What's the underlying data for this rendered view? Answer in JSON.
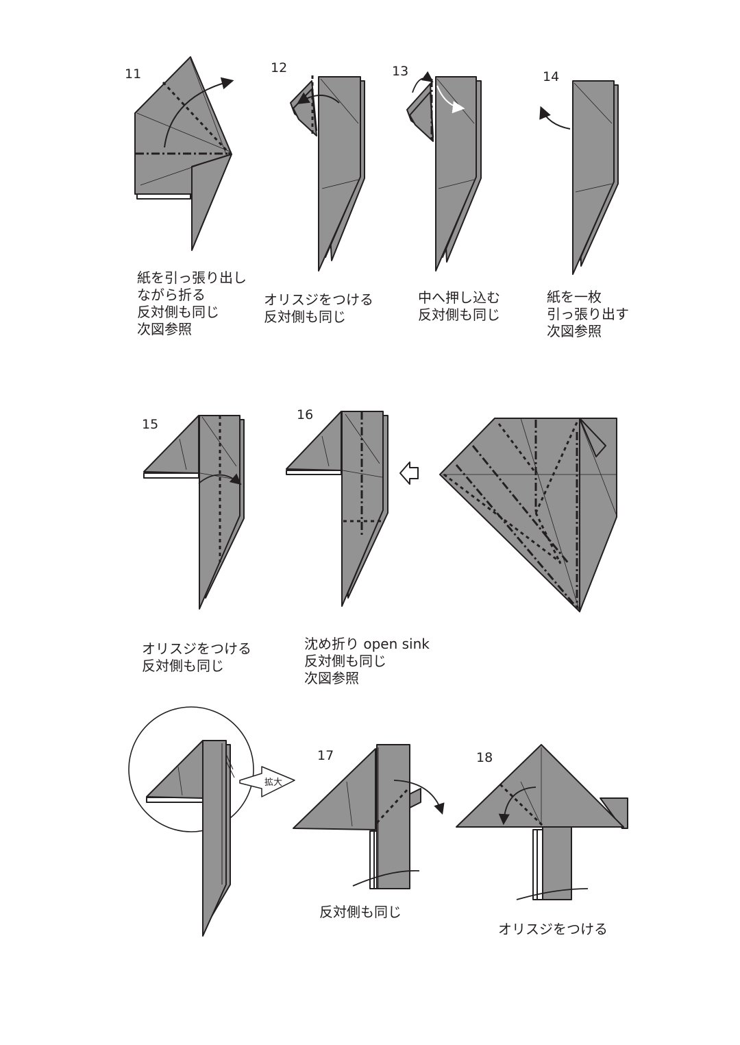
{
  "steps": [
    {
      "number": "11",
      "caption": [
        "紙を引っ張り出し",
        "ながら折る",
        "反対側も同じ",
        "次図参照"
      ]
    },
    {
      "number": "12",
      "caption": [
        "オリスジをつける",
        "反対側も同じ"
      ]
    },
    {
      "number": "13",
      "caption": [
        "中へ押し込む",
        "反対側も同じ"
      ]
    },
    {
      "number": "14",
      "caption": [
        "紙を一枚",
        "引っ張り出す",
        "次図参照"
      ]
    },
    {
      "number": "15",
      "caption": [
        "オリスジをつける",
        "反対側も同じ"
      ]
    },
    {
      "number": "16",
      "caption": [
        "沈め折り open sink",
        "反対側も同じ",
        "次図参照"
      ]
    },
    {
      "number": "17",
      "caption": [
        "反対側も同じ"
      ]
    },
    {
      "number": "18",
      "caption": [
        "オリスジをつける"
      ]
    }
  ],
  "zoom_label": "拡大",
  "colors": {
    "paper": "#939393",
    "line": "#231f20",
    "background": "#ffffff",
    "back_layer": "#ffffff"
  }
}
